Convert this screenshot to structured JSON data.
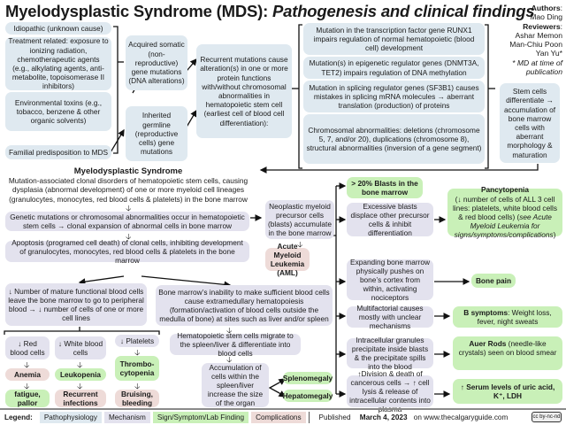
{
  "title": {
    "main": "Myelodysplastic Syndrome (MDS): ",
    "subtitle": "Pathogenesis and clinical findings"
  },
  "authors": {
    "authors_label": "Authors",
    "author": "Mao Ding",
    "reviewers_label": "Reviewers",
    "reviewers": [
      "Ashar Memon",
      "Man-Chiu Poon",
      "Yan Yu*"
    ],
    "note": "* MD at time of publication"
  },
  "causes": [
    "Idiopathic (unknown cause)",
    "Treatment related: exposure to ionizing radiation, chemotherapeutic agents (e.g., alkylating agents, anti-metabolite, topoisomerase II inhibitors)",
    "Environmental toxins (e.g., tobacco, benzene & other organic solvents)",
    "Familial predisposition to MDS"
  ],
  "mutation_types": {
    "acquired": "Acquired somatic (non-reproductive) gene mutations (DNA alterations)",
    "inherited": "Inherited germline (reproductive cells) gene mutations"
  },
  "recurrent": "Recurrent mutations cause alteration(s) in one or more protein functions with/without chromosomal abnormalities in hematopoietic stem cell (earliest cell of blood cell differentiation):",
  "alterations": [
    "Mutation in the transcription factor gene RUNX1 impairs regulation of normal hematopoietic (blood cell) development",
    "Mutation(s) in epigenetic regulator genes (DNMT3A, TET2) impairs regulation of DNA methylation",
    "Mutation in splicing regulator genes (SF3B1) causes mistakes in splicing mRNA molecules → aberrant translation (production) of proteins",
    "Chromosomal abnormalities: deletions (chromosome 5, 7, and/or 20), duplications (chromosome 8), structural abnormalities (inversion of a gene segment)"
  ],
  "stem_cells": "Stem cells differentiate → accumulation of bone marrow cells with aberrant morphology & maturation",
  "mds": {
    "heading": "Myelodysplastic Syndrome",
    "definition": "Mutation-associated clonal disorders of hematopoietic stem cells, causing dysplasia (abnormal development) of one or more myeloid cell lineages (granulocytes, monocytes, red blood cells & platelets) in the bone marrow",
    "genetic": "Genetic mutations or chromosomal abnormalities occur in hematopoietic stem cells → clonal expansion of abnormal cells in bone marrow",
    "apoptosis": "Apoptosis (programed cell death) of clonal cells, inhibiting development of granulocytes, monocytes, red blood cells & platelets in the bone marrow"
  },
  "cytopenias": {
    "decrease": "↓ Number of mature functional blood cells leave the bone marrow to go to peripheral blood → ↓ number of cells of one or more cell lines",
    "red": "↓ Red blood cells",
    "white": "↓ White blood cells",
    "platelets": "↓ Platelets",
    "anemia": "Anemia",
    "leukopenia": "Leukopenia",
    "thrombocytopenia": "Thrombo-cytopenia",
    "fatigue": "fatigue, pallor",
    "infections": "Recurrent infections",
    "bruising": "Bruising, bleeding"
  },
  "extramedullary": {
    "inability": "Bone marrow’s inability to make sufficient blood cells cause extramedullary hematopoiesis (formation/activation of blood cells outside the medulla of bone) at sites such as liver and/or spleen",
    "migrate": "Hematopoietic stem cells migrate to the spleen/liver & differentiate into blood cells",
    "accumulation": "Accumulation of cells within the spleen/liver increase the size of the organ",
    "splenomegaly": "Splenomegaly",
    "hepatomegaly": "Hepatomegaly"
  },
  "aml": {
    "neoplastic": "Neoplastic myeloid precursor cells (blasts) accumulate in the bone marrow",
    "label": "Acute Myeloid Leukemia (AML)",
    "blasts": "> 20% Blasts in the bone marrow",
    "excessive": "Excessive blasts displace other precursor cells & inhibit differentiation",
    "pancytopenia_title": "Pancytopenia",
    "pancytopenia_text": "(↓ number of cells of ALL 3 cell lines: platelets, white blood cells & red blood cells) (",
    "pancytopenia_italic": "see Acute Myeloid Leukemia for signs/symptoms/complications",
    "pancytopenia_end": ")",
    "expanding": "Expanding bone marrow physically pushes on bone’s cortex from within, activating nociceptors",
    "bone_pain": "Bone pain",
    "multifactorial": "Multifactorial causes mostly with unclear mechanisms",
    "b_symptoms_bold": "B symptoms",
    "b_symptoms_text": ": Weight loss, fever, night sweats",
    "granules": "Intracellular granules precipitate inside blasts & the precipitate spills into the blood",
    "auer_bold": "Auer Rods",
    "auer_text": " (needle-like crystals) seen on blood smear",
    "division": "↑Division & death of cancerous cells → ↑ cell lysis & release of intracellular contents into plasma",
    "serum": "↑ Serum levels of uric acid, K⁺, LDH"
  },
  "legend": {
    "label": "Legend:",
    "items": [
      "Pathophysiology",
      "Mechanism",
      "Sign/Symptom/Lab Finding",
      "Complications"
    ],
    "published_prefix": "Published ",
    "published_date": "March 4, 2023",
    "published_suffix": " on www.thecalgaryguide.com",
    "license": "cc by-nc-nd"
  },
  "colors": {
    "pathophysiology": "#dfe9f0",
    "mechanism": "#e3e2ee",
    "sign": "#c9f0b8",
    "complications": "#eedbd8"
  }
}
